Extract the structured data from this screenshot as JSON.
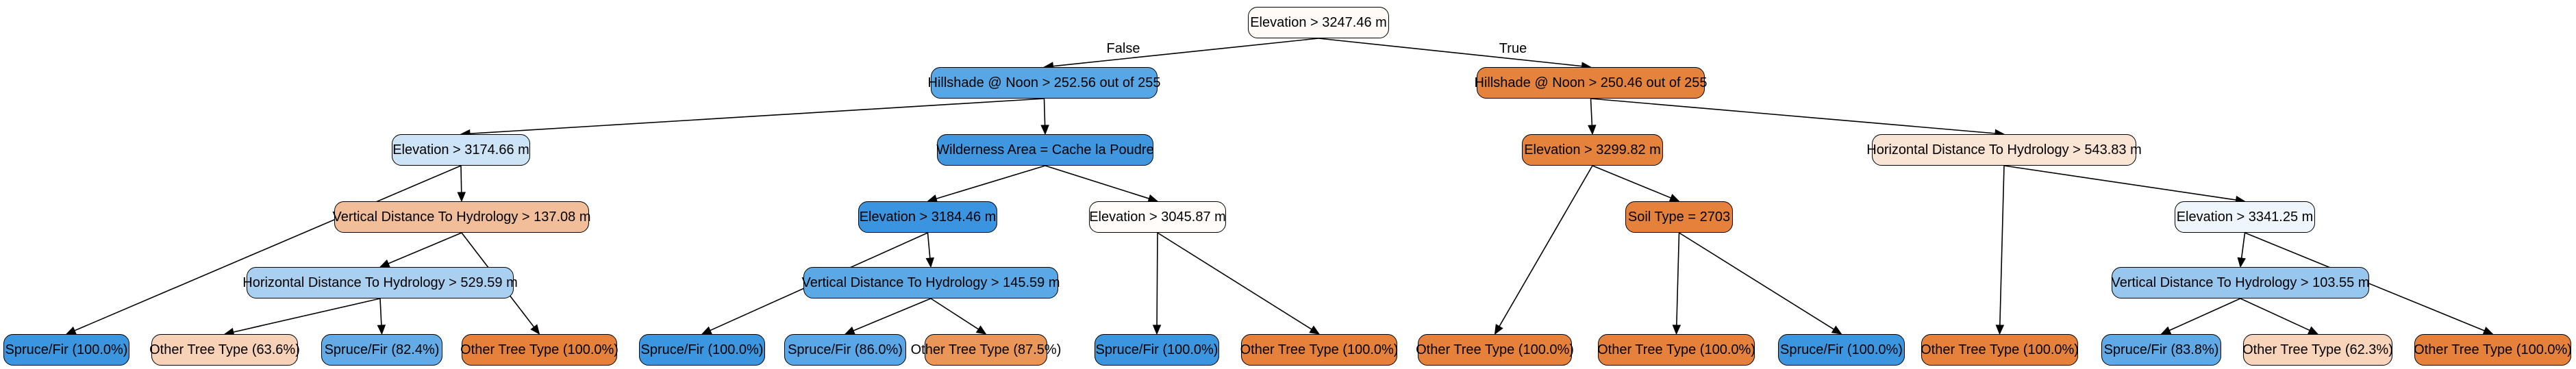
{
  "edge_labels": {
    "false_label": "False",
    "true_label": "True"
  },
  "colors": {
    "spruce_dark": "#3c95df",
    "spruce_mid": "#5ba8e6",
    "spruce_light": "#a6cdf0",
    "spruce_pale": "#cde3f5",
    "spruce_faint": "#eaf3fb",
    "other_dark": "#e5813a",
    "other_mid": "#eb9b5c",
    "other_light": "#f2c09c",
    "other_pale": "#f8d8c1",
    "white": "#fffdfb"
  },
  "nodes": [
    {
      "id": "n0",
      "label": "Elevation > 3247.46 m",
      "color": "#fffaf6"
    },
    {
      "id": "n1",
      "label": "Hillshade @ Noon > 252.56 out of 255",
      "color": "#57a6e5"
    },
    {
      "id": "n2",
      "label": "Hillshade @ Noon > 250.46 out of 255",
      "color": "#e5833d"
    },
    {
      "id": "n3",
      "label": "Elevation > 3174.66 m",
      "color": "#cde3f6"
    },
    {
      "id": "n4",
      "label": "Wilderness Area = Cache la Poudre",
      "color": "#3f97e0"
    },
    {
      "id": "n5",
      "label": "Elevation > 3299.82 m",
      "color": "#e5823b"
    },
    {
      "id": "n6",
      "label": "Horizontal Distance To Hydrology > 543.83 m",
      "color": "#fae4d4"
    },
    {
      "id": "n7",
      "label": "Vertical Distance To Hydrology > 137.08 m",
      "color": "#f1be99"
    },
    {
      "id": "n8",
      "label": "Elevation > 3184.46 m",
      "color": "#3b94df"
    },
    {
      "id": "n9",
      "label": "Elevation > 3045.87 m",
      "color": "#fffcfa"
    },
    {
      "id": "n10",
      "label": "Soil Type = 2703",
      "color": "#e5813a"
    },
    {
      "id": "n11",
      "label": "Elevation > 3341.25 m",
      "color": "#eef6fc"
    },
    {
      "id": "n12",
      "label": "Horizontal Distance To Hydrology > 529.59 m",
      "color": "#a9cff1"
    },
    {
      "id": "n13",
      "label": "Vertical Distance To Hydrology > 145.59 m",
      "color": "#5aa8e6"
    },
    {
      "id": "n14",
      "label": "Vertical Distance To Hydrology > 103.55 m",
      "color": "#97c6ef"
    },
    {
      "id": "l1",
      "label": "Spruce/Fir (100.0%)",
      "color": "#3c95df"
    },
    {
      "id": "l2",
      "label": "Other Tree Type (63.6%)",
      "color": "#f7d2b7"
    },
    {
      "id": "l3",
      "label": "Spruce/Fir (82.4%)",
      "color": "#62abe7"
    },
    {
      "id": "l4",
      "label": "Other Tree Type (100.0%)",
      "color": "#e5813a"
    },
    {
      "id": "l5",
      "label": "Spruce/Fir (100.0%)",
      "color": "#3c95df"
    },
    {
      "id": "l6",
      "label": "Spruce/Fir (86.0%)",
      "color": "#59a7e6"
    },
    {
      "id": "l7",
      "label": "Other Tree Type (87.5%)",
      "color": "#ea9658"
    },
    {
      "id": "l8",
      "label": "Spruce/Fir (100.0%)",
      "color": "#3c95df"
    },
    {
      "id": "l9",
      "label": "Other Tree Type (100.0%)",
      "color": "#e5813a"
    },
    {
      "id": "l10",
      "label": "Other Tree Type (100.0%)",
      "color": "#e5813a"
    },
    {
      "id": "l11",
      "label": "Other Tree Type (100.0%)",
      "color": "#e5813a"
    },
    {
      "id": "l12",
      "label": "Spruce/Fir (100.0%)",
      "color": "#3c95df"
    },
    {
      "id": "l13",
      "label": "Other Tree Type (100.0%)",
      "color": "#e5813a"
    },
    {
      "id": "l14",
      "label": "Spruce/Fir (83.8%)",
      "color": "#5faae6"
    },
    {
      "id": "l15",
      "label": "Other Tree Type (62.3%)",
      "color": "#f8d5ba"
    },
    {
      "id": "l16",
      "label": "Other Tree Type (100.0%)",
      "color": "#e5813a"
    }
  ],
  "edges": [
    {
      "from": "n0",
      "to": "n1",
      "label": "false_label"
    },
    {
      "from": "n0",
      "to": "n2",
      "label": "true_label"
    },
    {
      "from": "n1",
      "to": "n3"
    },
    {
      "from": "n1",
      "to": "n4"
    },
    {
      "from": "n2",
      "to": "n5"
    },
    {
      "from": "n2",
      "to": "n6"
    },
    {
      "from": "n3",
      "to": "l1"
    },
    {
      "from": "n3",
      "to": "n7"
    },
    {
      "from": "n7",
      "to": "n12"
    },
    {
      "from": "n7",
      "to": "l4"
    },
    {
      "from": "n12",
      "to": "l2"
    },
    {
      "from": "n12",
      "to": "l3"
    },
    {
      "from": "n4",
      "to": "n8"
    },
    {
      "from": "n4",
      "to": "n9"
    },
    {
      "from": "n8",
      "to": "l5"
    },
    {
      "from": "n8",
      "to": "n13"
    },
    {
      "from": "n13",
      "to": "l6"
    },
    {
      "from": "n13",
      "to": "l7"
    },
    {
      "from": "n9",
      "to": "l8"
    },
    {
      "from": "n9",
      "to": "l9"
    },
    {
      "from": "n5",
      "to": "l10"
    },
    {
      "from": "n5",
      "to": "n10"
    },
    {
      "from": "n10",
      "to": "l11"
    },
    {
      "from": "n10",
      "to": "l12"
    },
    {
      "from": "n6",
      "to": "l13"
    },
    {
      "from": "n6",
      "to": "n11"
    },
    {
      "from": "n11",
      "to": "n14"
    },
    {
      "from": "n11",
      "to": "l16"
    },
    {
      "from": "n14",
      "to": "l14"
    },
    {
      "from": "n14",
      "to": "l15"
    }
  ]
}
